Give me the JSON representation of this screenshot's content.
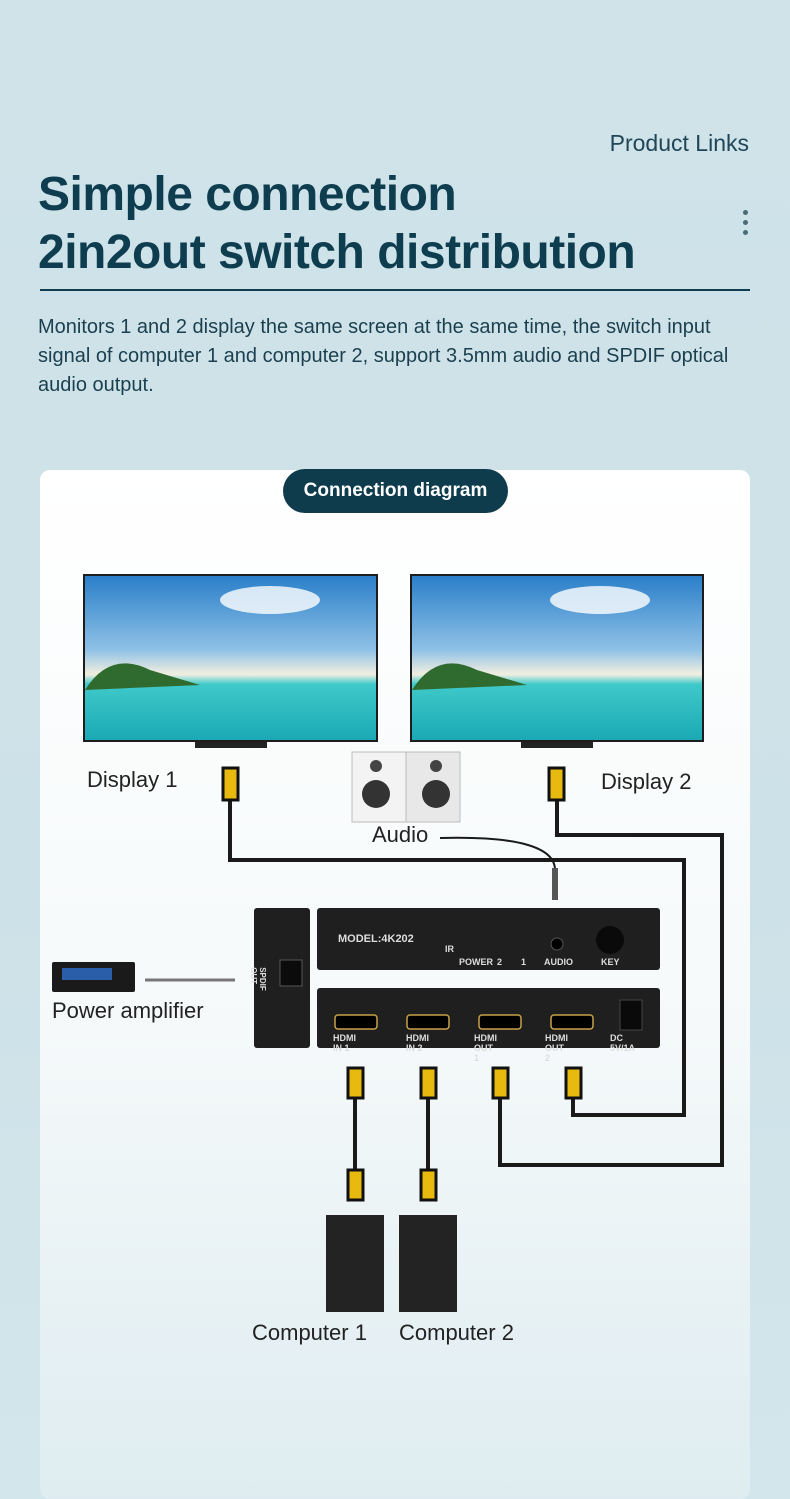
{
  "header": {
    "product_links": "Product Links",
    "title_line1": "Simple connection",
    "title_line2": "2in2out switch distribution",
    "menu_icon": "more-vertical-icon"
  },
  "description": "Monitors 1 and 2 display the same screen at the same time, the switch input signal of computer 1 and computer 2, support 3.5mm audio and SPDIF optical audio output.",
  "diagram": {
    "badge": "Connection diagram",
    "display1": "Display 1",
    "display2": "Display 2",
    "audio": "Audio",
    "power_amplifier": "Power amplifier",
    "computer1": "Computer 1",
    "computer2": "Computer 2",
    "device": {
      "model": "MODEL:4K202",
      "ir": "IR",
      "power": "POWER",
      "led2": "2",
      "led1": "1",
      "audio": "AUDIO",
      "key": "KEY",
      "spdif": "SPDIF OUT",
      "ports": [
        "HDMI IN 1",
        "HDMI IN 2",
        "HDMI OUT 1",
        "HDMI OUT 2",
        "DC 5V/1A"
      ]
    }
  }
}
